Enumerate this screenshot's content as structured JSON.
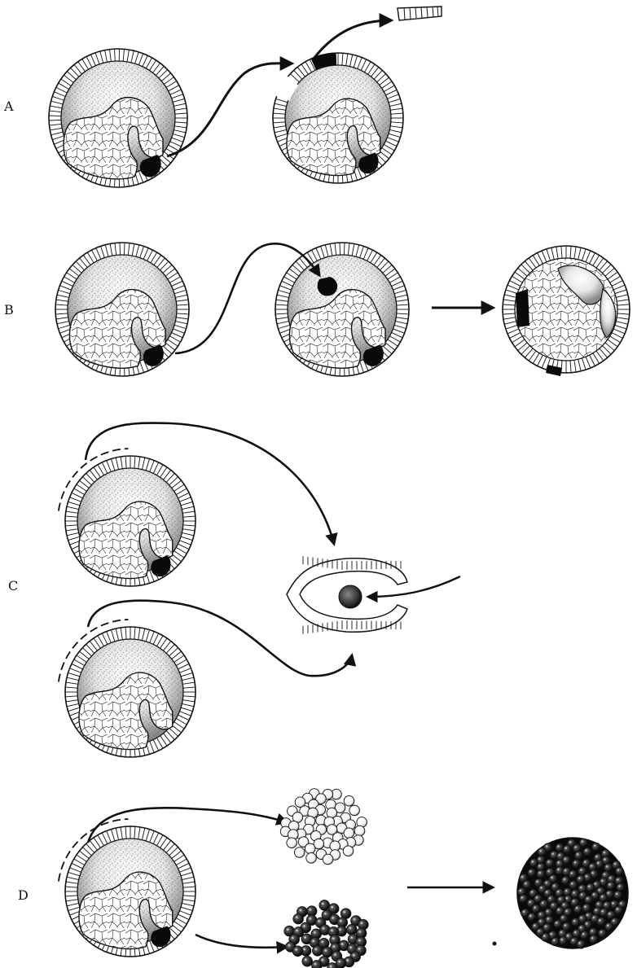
{
  "rows": [
    {
      "label": "A"
    },
    {
      "label": "B"
    },
    {
      "label": "C"
    },
    {
      "label": "D"
    }
  ],
  "colors": {
    "ink": "#111111",
    "paper": "#ffffff",
    "stipple": "#444444"
  }
}
